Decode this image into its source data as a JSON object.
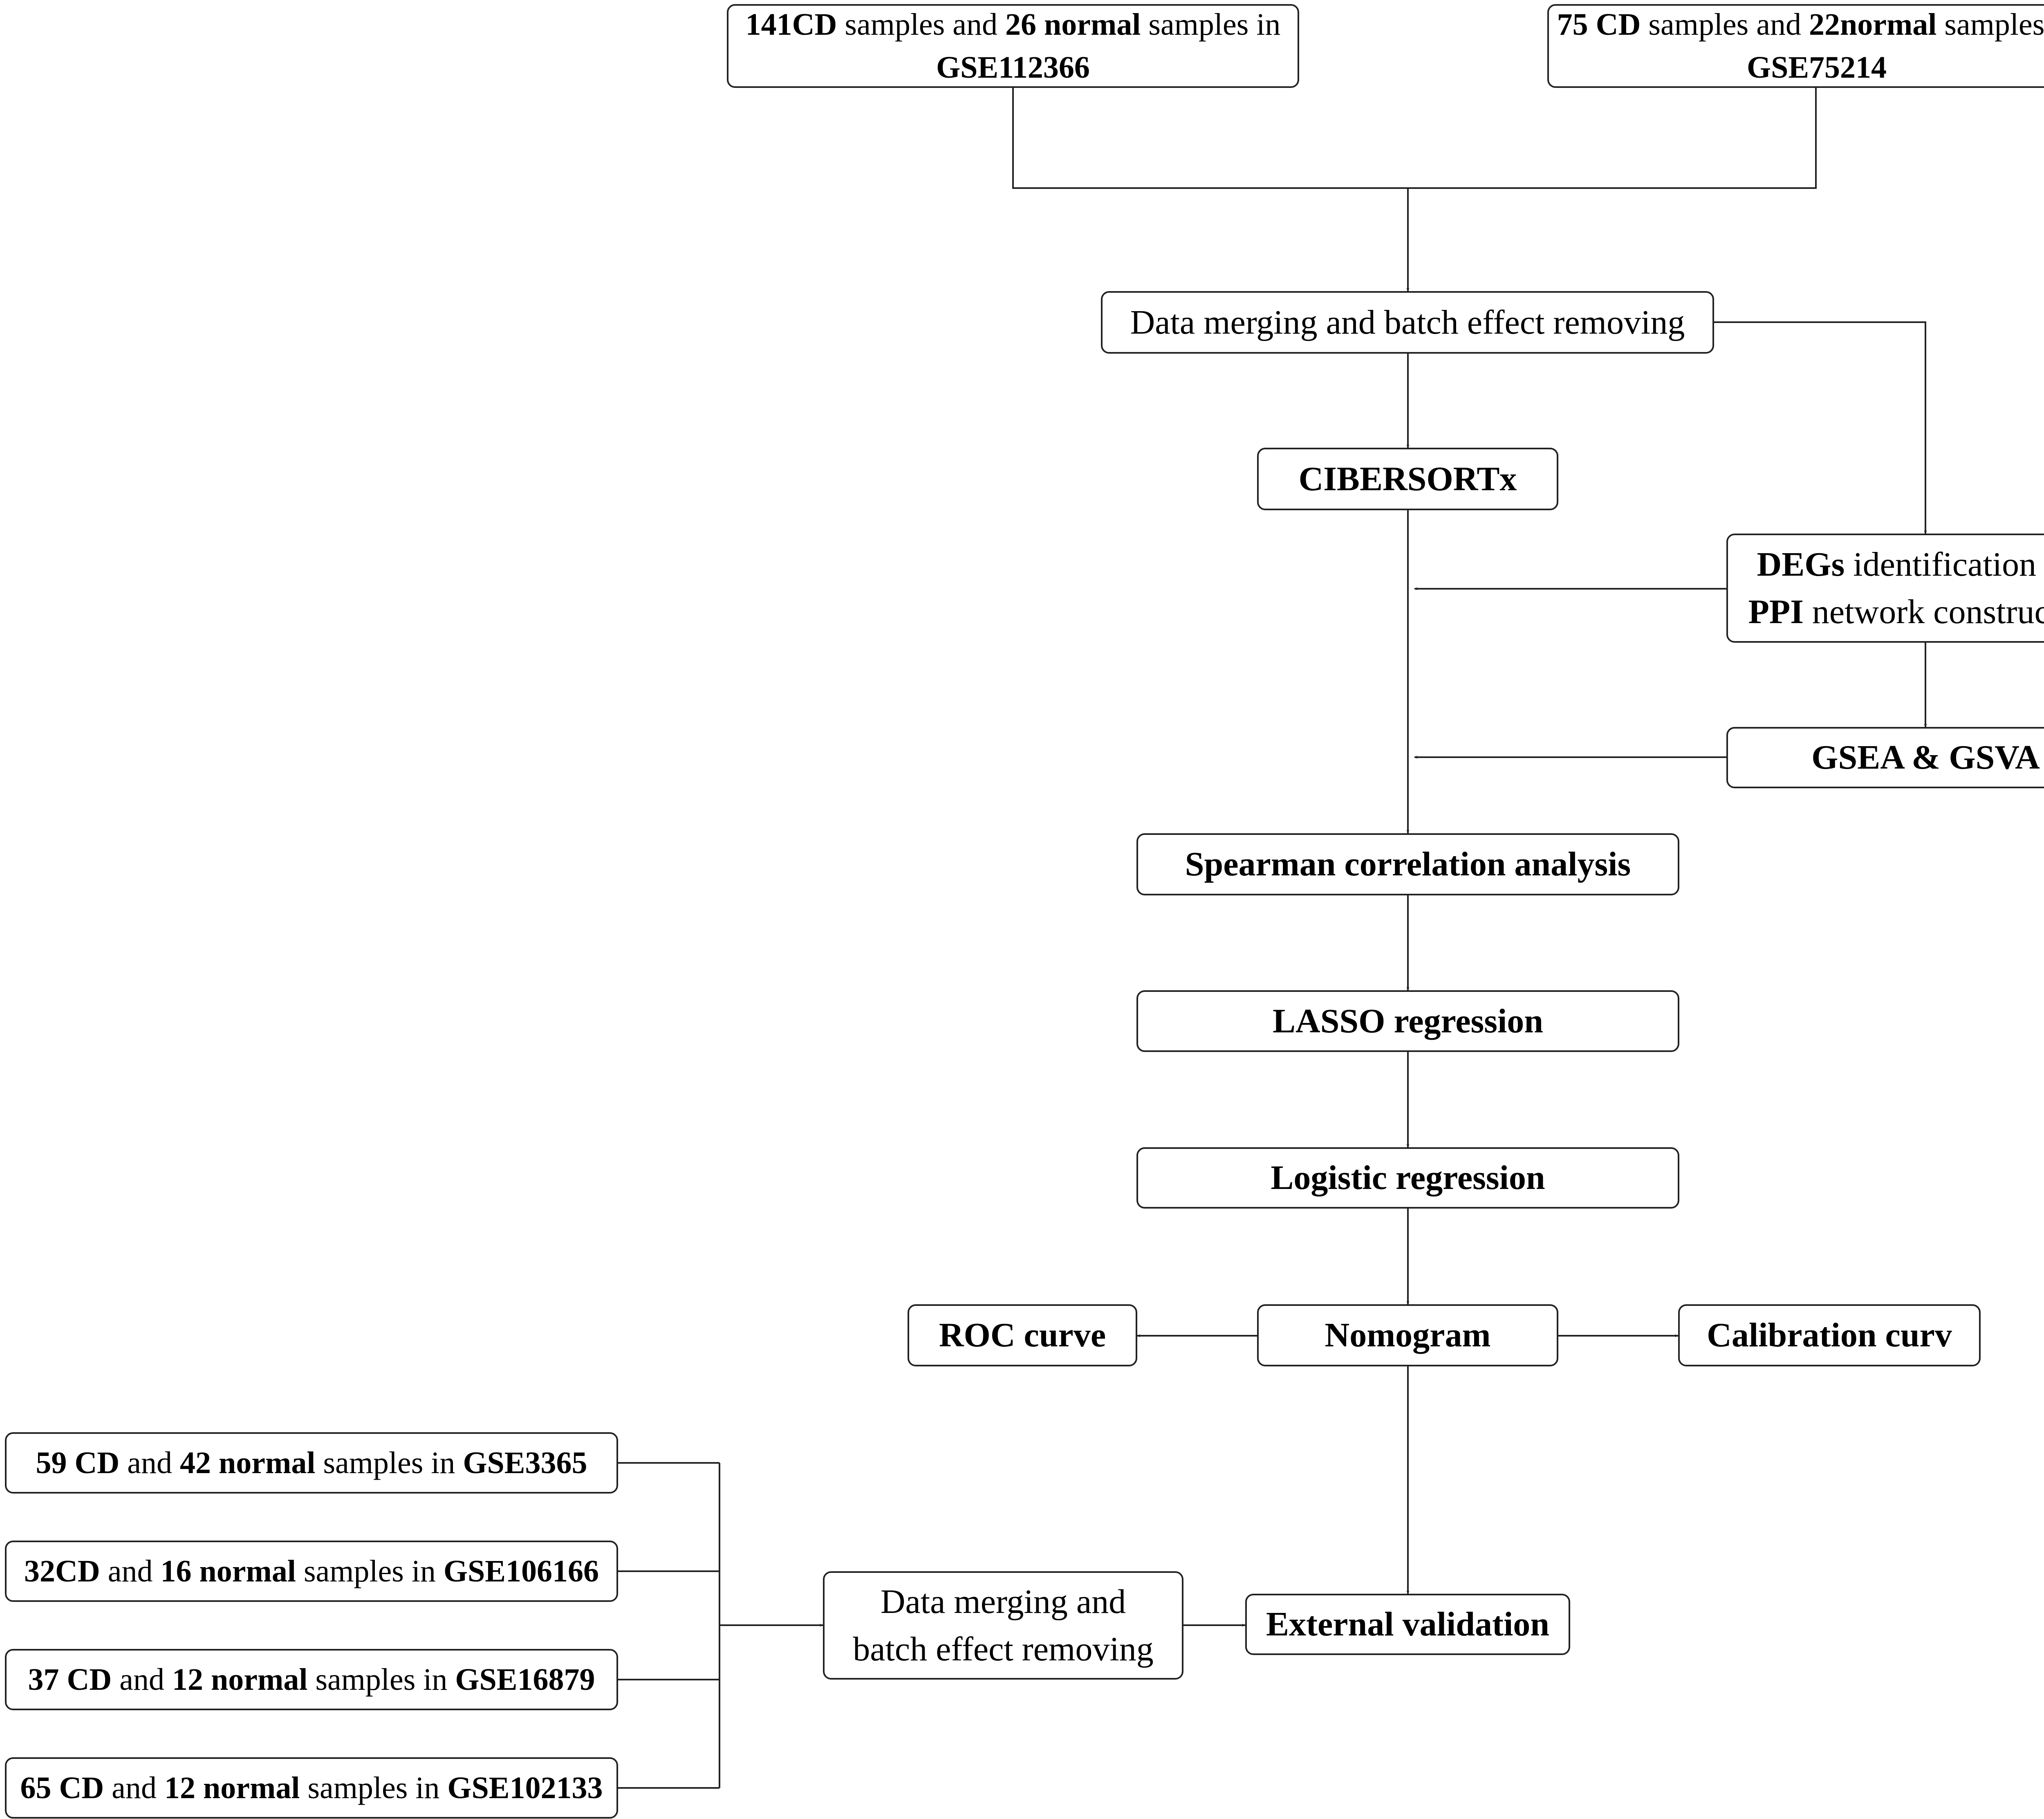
{
  "nodes": {
    "gse112366": {
      "l1_p1": "141CD",
      "l1_p2": " samples and ",
      "l1_p3": "26 normal",
      "l1_p4": " samples in",
      "l2": "GSE112366"
    },
    "gse75214": {
      "l1_p1": "75 CD",
      "l1_p2": " samples and ",
      "l1_p3": "22normal",
      "l1_p4": " samples in",
      "l2": "GSE75214"
    },
    "merge_main": "Data merging and batch effect removing",
    "cibersortx": "CIBERSORTx",
    "degs": {
      "l1_p1": "DEGs",
      "l1_p2": " identification and",
      "l2_p1": "PPI",
      "l2_p2": " network construciton"
    },
    "gsea": "GSEA & GSVA",
    "spearman": "Spearman correlation analysis",
    "lasso": "LASSO regression",
    "logistic": "Logistic regression",
    "nomogram": "Nomogram",
    "roc": "ROC curve",
    "calibration": "Calibration curv",
    "gse3365": {
      "p1": "59 CD",
      "p2": " and ",
      "p3": "42 normal",
      "p4": " samples in ",
      "p5": "GSE3365"
    },
    "gse106166": {
      "p1": "32CD",
      "p2": " and ",
      "p3": "16 normal",
      "p4": " samples in ",
      "p5": "GSE106166"
    },
    "gse16879": {
      "p1": "37 CD",
      "p2": " and ",
      "p3": "12 normal",
      "p4": " samples in ",
      "p5": "GSE16879"
    },
    "gse102133": {
      "p1": "65 CD",
      "p2": " and ",
      "p3": "12 normal",
      "p4": " samples in ",
      "p5": "GSE102133"
    },
    "merge_validation": {
      "l1": "Data merging and",
      "l2": "batch effect removing"
    },
    "external": "External validation"
  },
  "colors": {
    "line": "#222222",
    "box_border": "#222222",
    "background": "#ffffff"
  }
}
